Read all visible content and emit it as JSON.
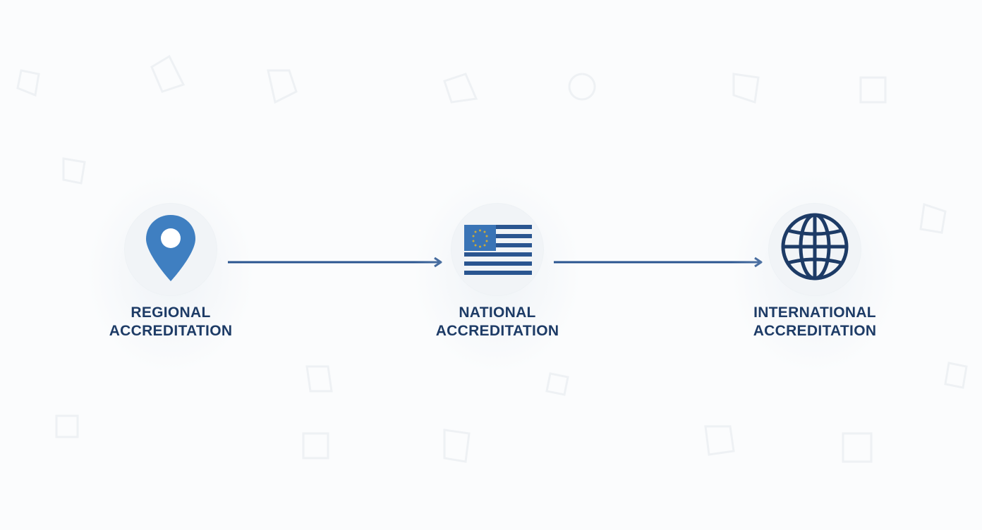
{
  "colors": {
    "primary": "#1d3b66",
    "accent_blue": "#3f7fc1",
    "arrow": "#2a5590",
    "circle_bg": "#f1f4f7",
    "flag_star": "#c9a93a"
  },
  "stages": [
    {
      "line1": "REGIONAL",
      "line2": "ACCREDITATION",
      "icon": "map-pin-icon"
    },
    {
      "line1": "NATIONAL",
      "line2": "ACCREDITATION",
      "icon": "flag-icon"
    },
    {
      "line1": "INTERNATIONAL",
      "line2": "ACCREDITATION",
      "icon": "globe-icon"
    }
  ]
}
